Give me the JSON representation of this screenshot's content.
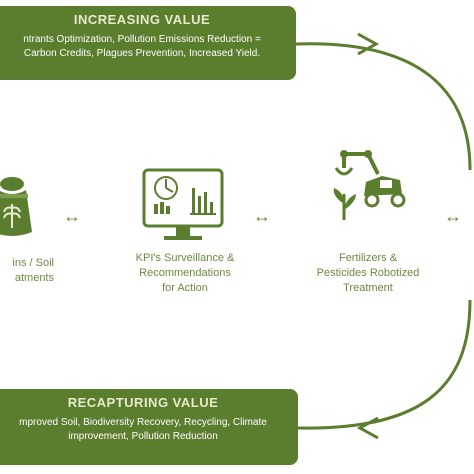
{
  "top_box": {
    "title": "INCREASING VALUE",
    "line1": "ntrants Optimization, Pollution Emissions Reduction =",
    "line2": "Carbon Credits, Plagues Prevention, Increased Yield."
  },
  "nodes": {
    "left": {
      "label_line1": "ins / Soil",
      "label_line2": "atments"
    },
    "kpi": {
      "label_line1": "KPI's Surveillance &",
      "label_line2": "Recommendations",
      "label_line3": "for Action"
    },
    "robot": {
      "label_line1": "Fertilizers &",
      "label_line2": "Pesticides Robotized",
      "label_line3": "Treatment"
    }
  },
  "connectors": {
    "symbol": "↔"
  },
  "bottom_box": {
    "title": "RECAPTURING VALUE",
    "line1": "mproved Soil, Biodiversity Recovery, Recycling, Climate",
    "line2": "improvement, Pollution Reduction"
  },
  "colors": {
    "box_green": "#5a7d2e",
    "accent_green": "#6b8a3f",
    "title_tint": "#e6eccd"
  },
  "icons": {
    "left": "seed-sack-icon",
    "kpi": "monitor-dashboard-icon",
    "robot": "robot-arm-tractor-icon",
    "cycle": "cycle-arrow-icon"
  }
}
